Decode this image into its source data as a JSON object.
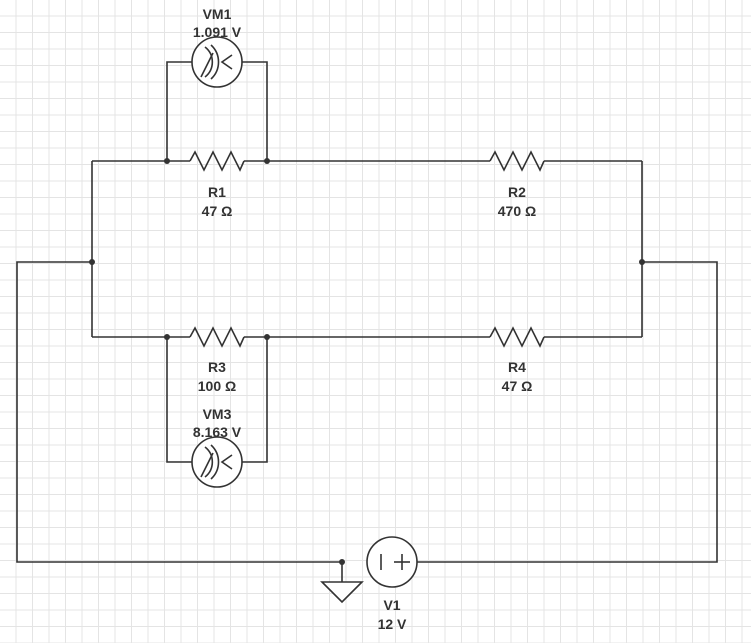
{
  "components": {
    "vm1": {
      "name": "VM1",
      "value": "1.091 V"
    },
    "r1": {
      "name": "R1",
      "value": "47 Ω"
    },
    "r2": {
      "name": "R2",
      "value": "470 Ω"
    },
    "r3": {
      "name": "R3",
      "value": "100 Ω"
    },
    "r4": {
      "name": "R4",
      "value": "47 Ω"
    },
    "vm3": {
      "name": "VM3",
      "value": "8.163 V"
    },
    "v1": {
      "name": "V1",
      "value": "12 V"
    }
  },
  "icons": {
    "voltmeter": "voltmeter-icon",
    "voltage_source": "voltage-source-icon",
    "ground": "ground-icon",
    "resistor": "resistor-icon"
  },
  "colors": {
    "wire": "#333333",
    "grid": "#e4e4e4",
    "background": "#ffffff"
  }
}
